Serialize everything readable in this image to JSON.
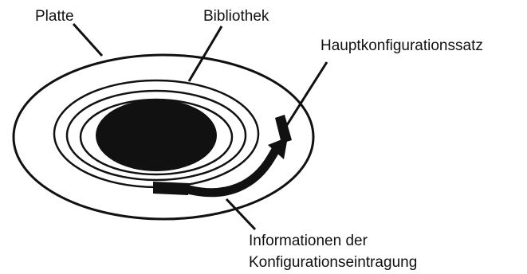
{
  "labels": {
    "platte": "Platte",
    "bibliothek": "Bibliothek",
    "hauptkonfigurationssatz": "Hauptkonfigurationssatz",
    "informationen_line1": "Informationen der",
    "informationen_line2": "Konfigurationseintragung"
  },
  "colors": {
    "ink": "#111111",
    "background": "#ffffff"
  }
}
